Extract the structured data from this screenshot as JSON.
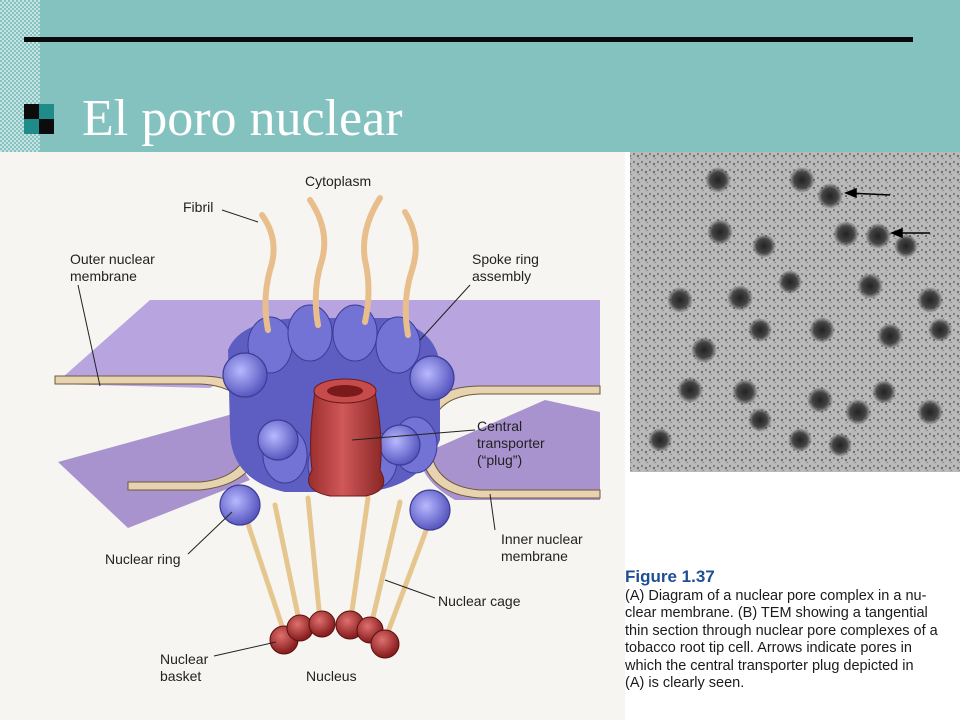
{
  "slide": {
    "title": "El poro nuclear"
  },
  "colors": {
    "header": "#84c2c0",
    "membrane": "#b2a0d8",
    "pore": "#5a5ac0",
    "plug": "#b33a3a",
    "fibril": "#e8c09a",
    "caption_title": "#1e4f94"
  },
  "diagram": {
    "labels": {
      "cytoplasm": "Cytoplasm",
      "fibril": "Fibril",
      "outer_membrane_1": "Outer nuclear",
      "outer_membrane_2": "membrane",
      "spoke_1": "Spoke ring",
      "spoke_2": "assembly",
      "central_1": "Central",
      "central_2": "transporter",
      "central_3": "(“plug”)",
      "nuclear_ring": "Nuclear ring",
      "inner_membrane_1": "Inner nuclear",
      "inner_membrane_2": "membrane",
      "nuclear_cage": "Nuclear cage",
      "basket_1": "Nuclear",
      "basket_2": "basket",
      "nucleus": "Nucleus"
    }
  },
  "caption": {
    "title": "Figure 1.37",
    "lines": [
      "(A) Diagram of a nuclear pore complex in a nu-",
      "clear membrane. (B) TEM showing a tangential",
      "thin section through nuclear pore complexes of a",
      "tobacco root tip cell. Arrows indicate pores in",
      "which the central transporter plug depicted in",
      "(A) is clearly seen."
    ]
  }
}
